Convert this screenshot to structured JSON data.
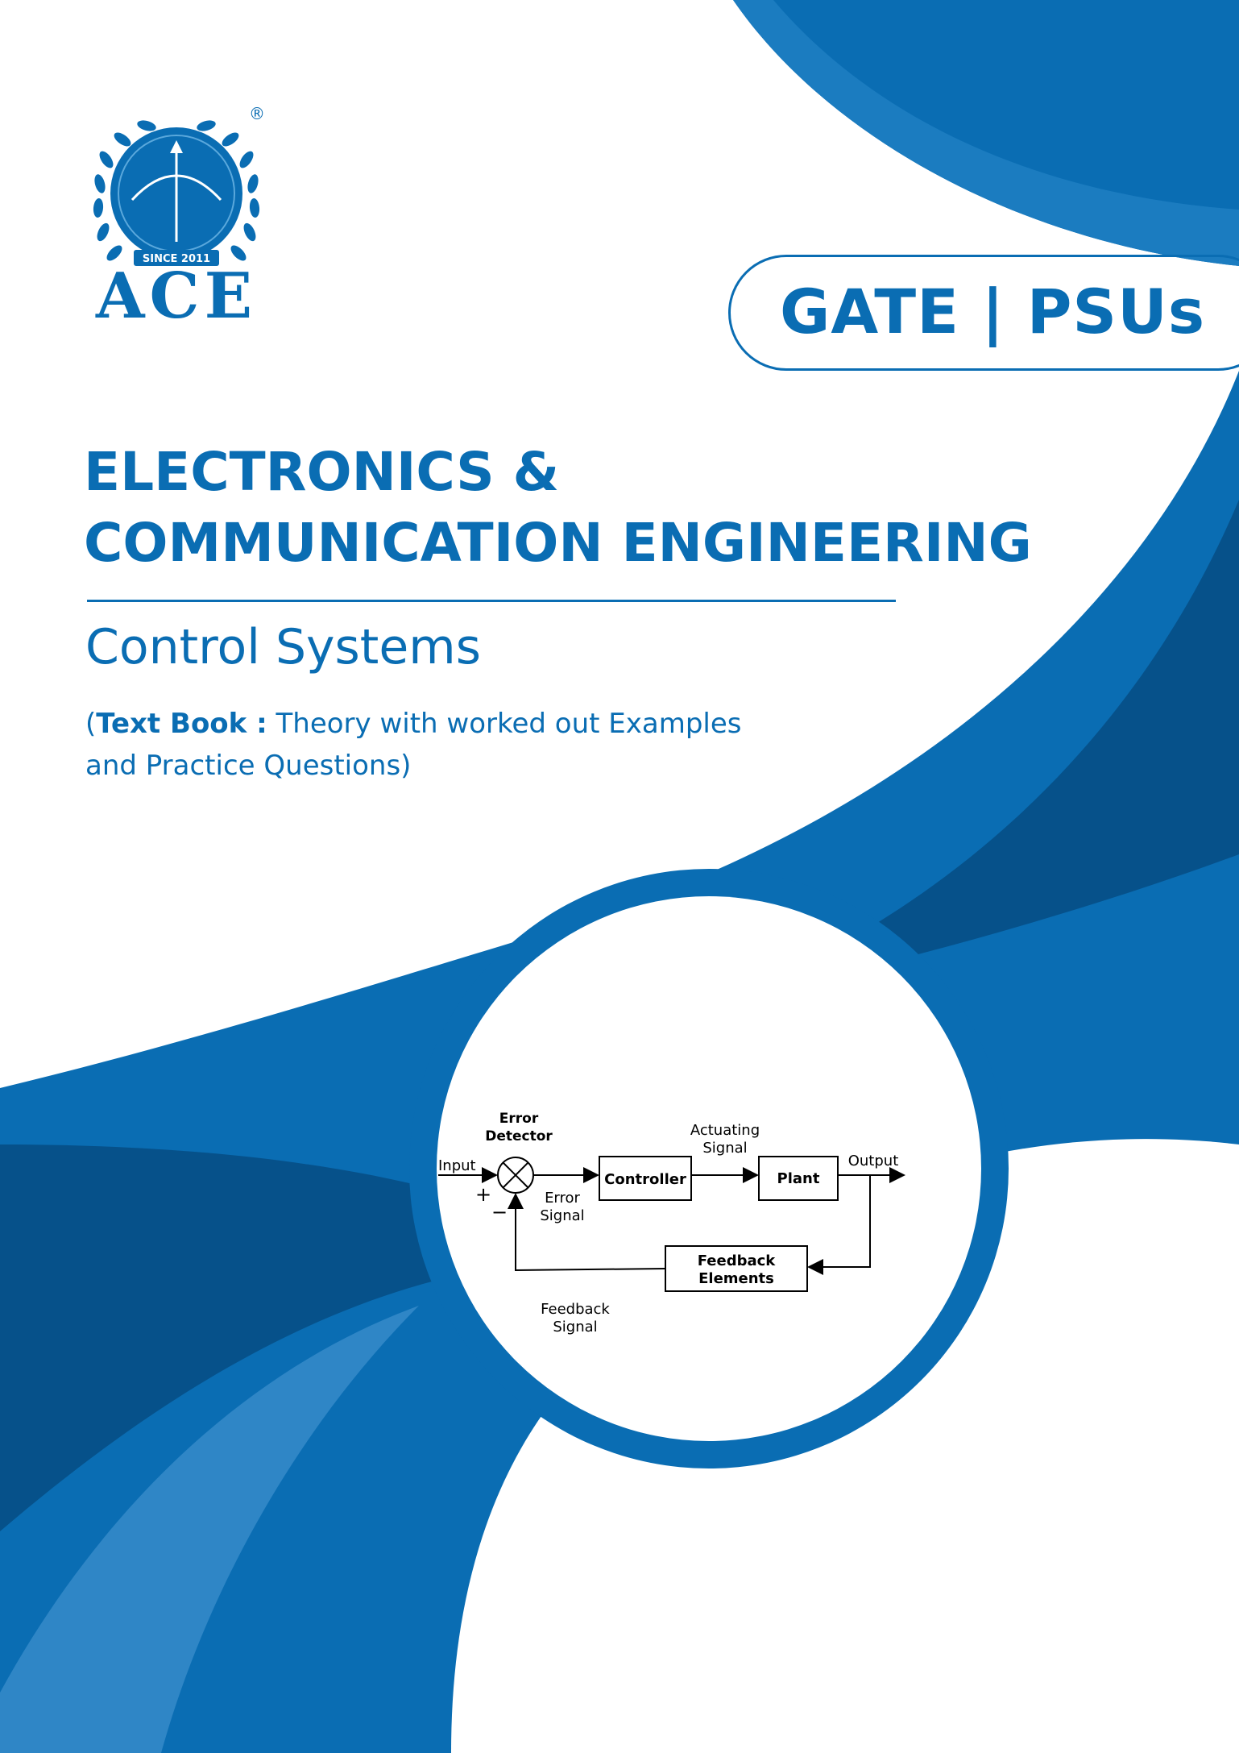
{
  "logo": {
    "brand": "ACE",
    "since": "SINCE 2011",
    "registered_mark": "®"
  },
  "badge": {
    "text": "GATE | PSUs"
  },
  "title": {
    "line1": "ELECTRONICS &",
    "line2": "COMMUNICATION ENGINEERING"
  },
  "subject": "Control Systems",
  "description": {
    "open_paren": "(",
    "bold": "Text Book :",
    "line1_rest": " Theory with worked out Examples",
    "line2": "and Practice Questions)"
  },
  "diagram": {
    "error_detector_line1": "Error",
    "error_detector_line2": "Detector",
    "input": "Input",
    "plus": "+",
    "minus": "−",
    "error_signal_line1": "Error",
    "error_signal_line2": "Signal",
    "controller": "Controller",
    "actuating_line1": "Actuating",
    "actuating_line2": "Signal",
    "plant": "Plant",
    "output": "Output",
    "feedback_elements_line1": "Feedback",
    "feedback_elements_line2": "Elements",
    "feedback_signal_line1": "Feedback",
    "feedback_signal_line2": "Signal"
  },
  "colors": {
    "primary": "#0a6db3",
    "dark": "#06518a",
    "light": "#2f86c6"
  }
}
